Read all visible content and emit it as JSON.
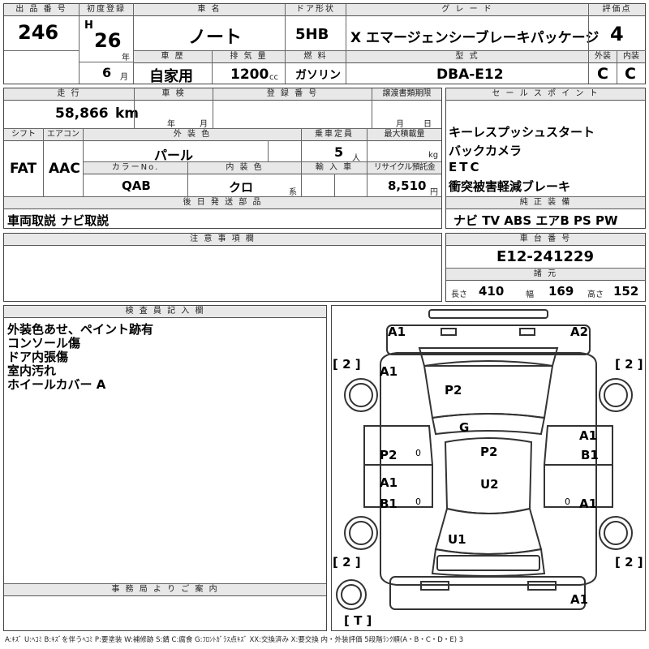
{
  "header": {
    "lot_no_label": "出 品 番 号",
    "lot_no": "246",
    "first_reg_label": "初度登録",
    "era": "H",
    "year": "26",
    "year_unit": "年",
    "month": "6",
    "month_unit": "月",
    "car_name_label": "車 名",
    "car_name": "ノート",
    "door_label": "ドア形状",
    "door": "5HB",
    "grade_label": "グ レ ー ド",
    "grade": "X エマージェンシーブレーキパッケージ",
    "score_label": "評価点",
    "score": "4",
    "history_label": "車 歴",
    "history": "自家用",
    "displacement_label": "排 気 量",
    "displacement": "1200",
    "displacement_unit": "cc",
    "fuel_label": "燃 料",
    "fuel": "ガソリン",
    "model_label": "型 式",
    "model": "DBA-E12",
    "ext_label": "外装",
    "ext_grade": "C",
    "int_label": "内装",
    "int_grade": "C"
  },
  "row2": {
    "mileage_label": "走 行",
    "mileage": "58,866",
    "mileage_unit": "km",
    "inspection_label": "車 検",
    "insp_year_unit": "年",
    "insp_month_unit": "月",
    "regno_label": "登 録 番 号",
    "transfer_label": "譲渡書類期限",
    "transfer_month_unit": "月",
    "transfer_day_unit": "日",
    "shift_label": "シフト",
    "shift": "FAT",
    "ac_label": "エアコン",
    "ac": "AAC",
    "ext_color_label": "外 装 色",
    "ext_color": "パール",
    "capacity_label": "乗車定員",
    "capacity": "5",
    "capacity_unit": "人",
    "load_label": "最大積載量",
    "load_unit": "kg",
    "color_no_label": "カラーNo.",
    "color_no": "QAB",
    "int_color_label": "内 装 色",
    "int_color": "クロ",
    "int_color_unit": "系",
    "import_label": "輸 入 車",
    "recycle_label": "リサイクル預託金",
    "recycle": "8,510",
    "recycle_unit": "円",
    "later_label": "後 日 発 送 部 品",
    "later": "車両取説 ナビ取説"
  },
  "sales": {
    "label": "セ ー ル ス ポ イ ン ト",
    "points": [
      "キーレスプッシュスタート",
      "バックカメラ",
      "ETC",
      "衝突被害軽減ブレーキ"
    ]
  },
  "equipment": {
    "label": "純 正 装 備",
    "items": "ナビ TV ABS エアB PS PW"
  },
  "notes": {
    "label": "注 意 事 項 欄"
  },
  "chassis": {
    "label": "車 台 番 号",
    "number": "E12-241229"
  },
  "specs": {
    "label": "諸 元",
    "length_label": "長さ",
    "length": "410",
    "width_label": "幅",
    "width": "169",
    "height_label": "高さ",
    "height": "152"
  },
  "inspector": {
    "label": "検 査 員 記 入 欄",
    "lines": [
      "外装色あせ、ペイント跡有",
      "コンソール傷",
      "ドア内張傷",
      "室内汚れ",
      "ホイールカバー A"
    ]
  },
  "office": {
    "label": "事 務 局 よ り ご 案 内"
  },
  "diagram": {
    "marks": {
      "front_left": "A1",
      "front_right": "A2",
      "tire_fl": "[ 2 ]",
      "tire_fr": "[ 2 ]",
      "tire_rl": "[ 2 ]",
      "tire_rr": "[ 2 ]",
      "spare": "[ T ]",
      "fender_l": "A1",
      "bonnet": "P2",
      "glass": "G",
      "roof": "P2",
      "door_fl": "P2",
      "door_fl_b": "0",
      "door_fr_a": "A1",
      "door_fr_b": "B1",
      "door_rl_a": "A1",
      "door_rl_b": "B1",
      "door_rl_c": "0",
      "door_rr_a": "A1",
      "door_rr_b": "0",
      "roof_rear": "U2",
      "trunk": "U1",
      "rear_bumper": "A1"
    }
  },
  "legend": "A:ｷｽﾞ U:ﾍｺﾐ B:ｷｽﾞを伴うﾍｺﾐ P:要塗装 W:補修跡 S:錆 C:腐食 G:ﾌﾛﾝﾄｶﾞﾗｽ点ｷｽﾞ XX:交換済み X:要交換 内・外装評価 5段階ﾗﾝｸ順(A・B・C・D・E) 3"
}
